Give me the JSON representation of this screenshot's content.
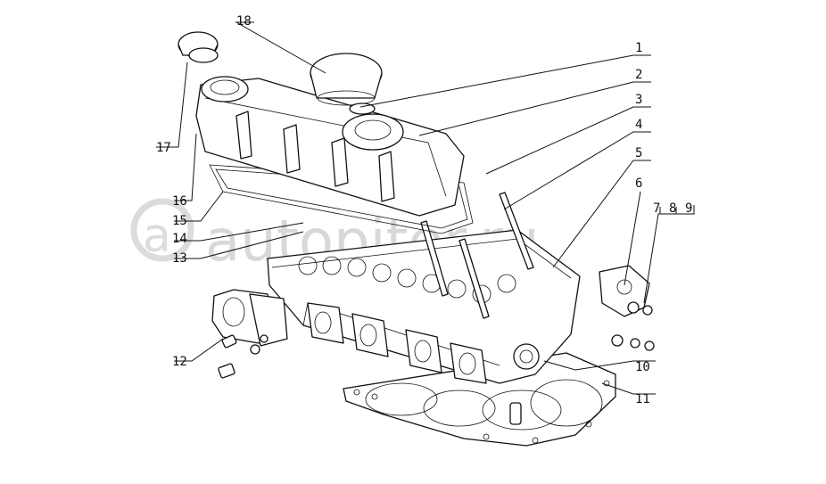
{
  "watermark": "autopiter.ru",
  "callouts": [
    "1",
    "2",
    "3",
    "4",
    "5",
    "6",
    "7",
    "8",
    "9",
    "10",
    "11",
    "12",
    "13",
    "14",
    "15",
    "16",
    "17",
    "18"
  ]
}
